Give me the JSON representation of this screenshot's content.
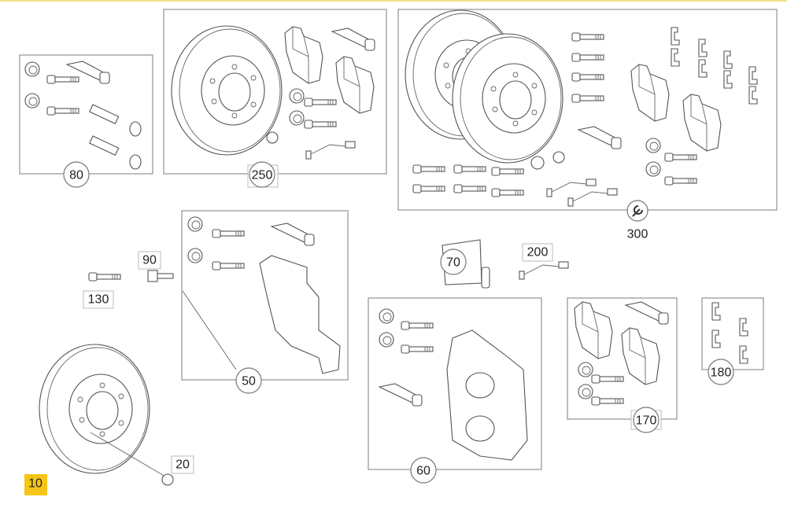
{
  "diagram": {
    "callouts": {
      "c10": "10",
      "c20": "20",
      "c50": "50",
      "c60": "60",
      "c70": "70",
      "c80": "80",
      "c90": "90",
      "c130": "130",
      "c170": "170",
      "c180": "180",
      "c200": "200",
      "c250": "250",
      "c300": "300"
    },
    "selected_callout": "10",
    "colors": {
      "highlight": "#f5c518",
      "frame": "#9a9a9a",
      "line": "#555555"
    },
    "icons": {
      "kit": "wrench-icon"
    }
  }
}
